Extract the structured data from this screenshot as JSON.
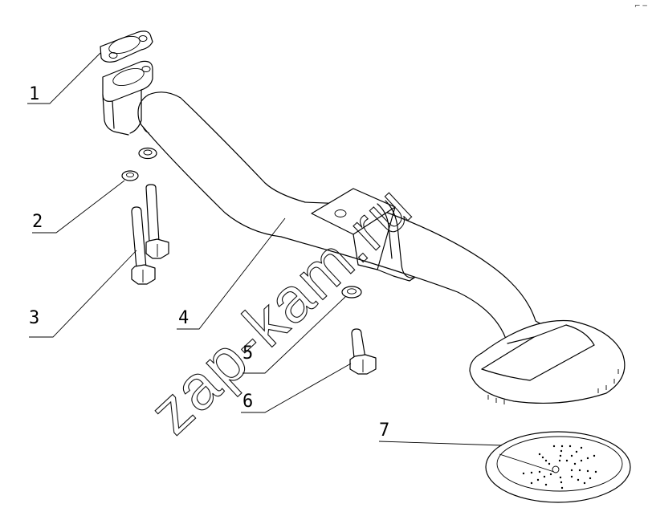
{
  "callouts": [
    {
      "number": "1",
      "part": "gasket"
    },
    {
      "number": "2",
      "part": "washer"
    },
    {
      "number": "3",
      "part": "bolt"
    },
    {
      "number": "4",
      "part": "oil-pickup-tube"
    },
    {
      "number": "5",
      "part": "washer"
    },
    {
      "number": "6",
      "part": "bolt"
    },
    {
      "number": "7",
      "part": "strainer-screen"
    }
  ],
  "watermark": "zap-kam.ru",
  "corner_mark": "⌐ ─",
  "colors": {
    "line": "#000000",
    "background": "#ffffff"
  }
}
